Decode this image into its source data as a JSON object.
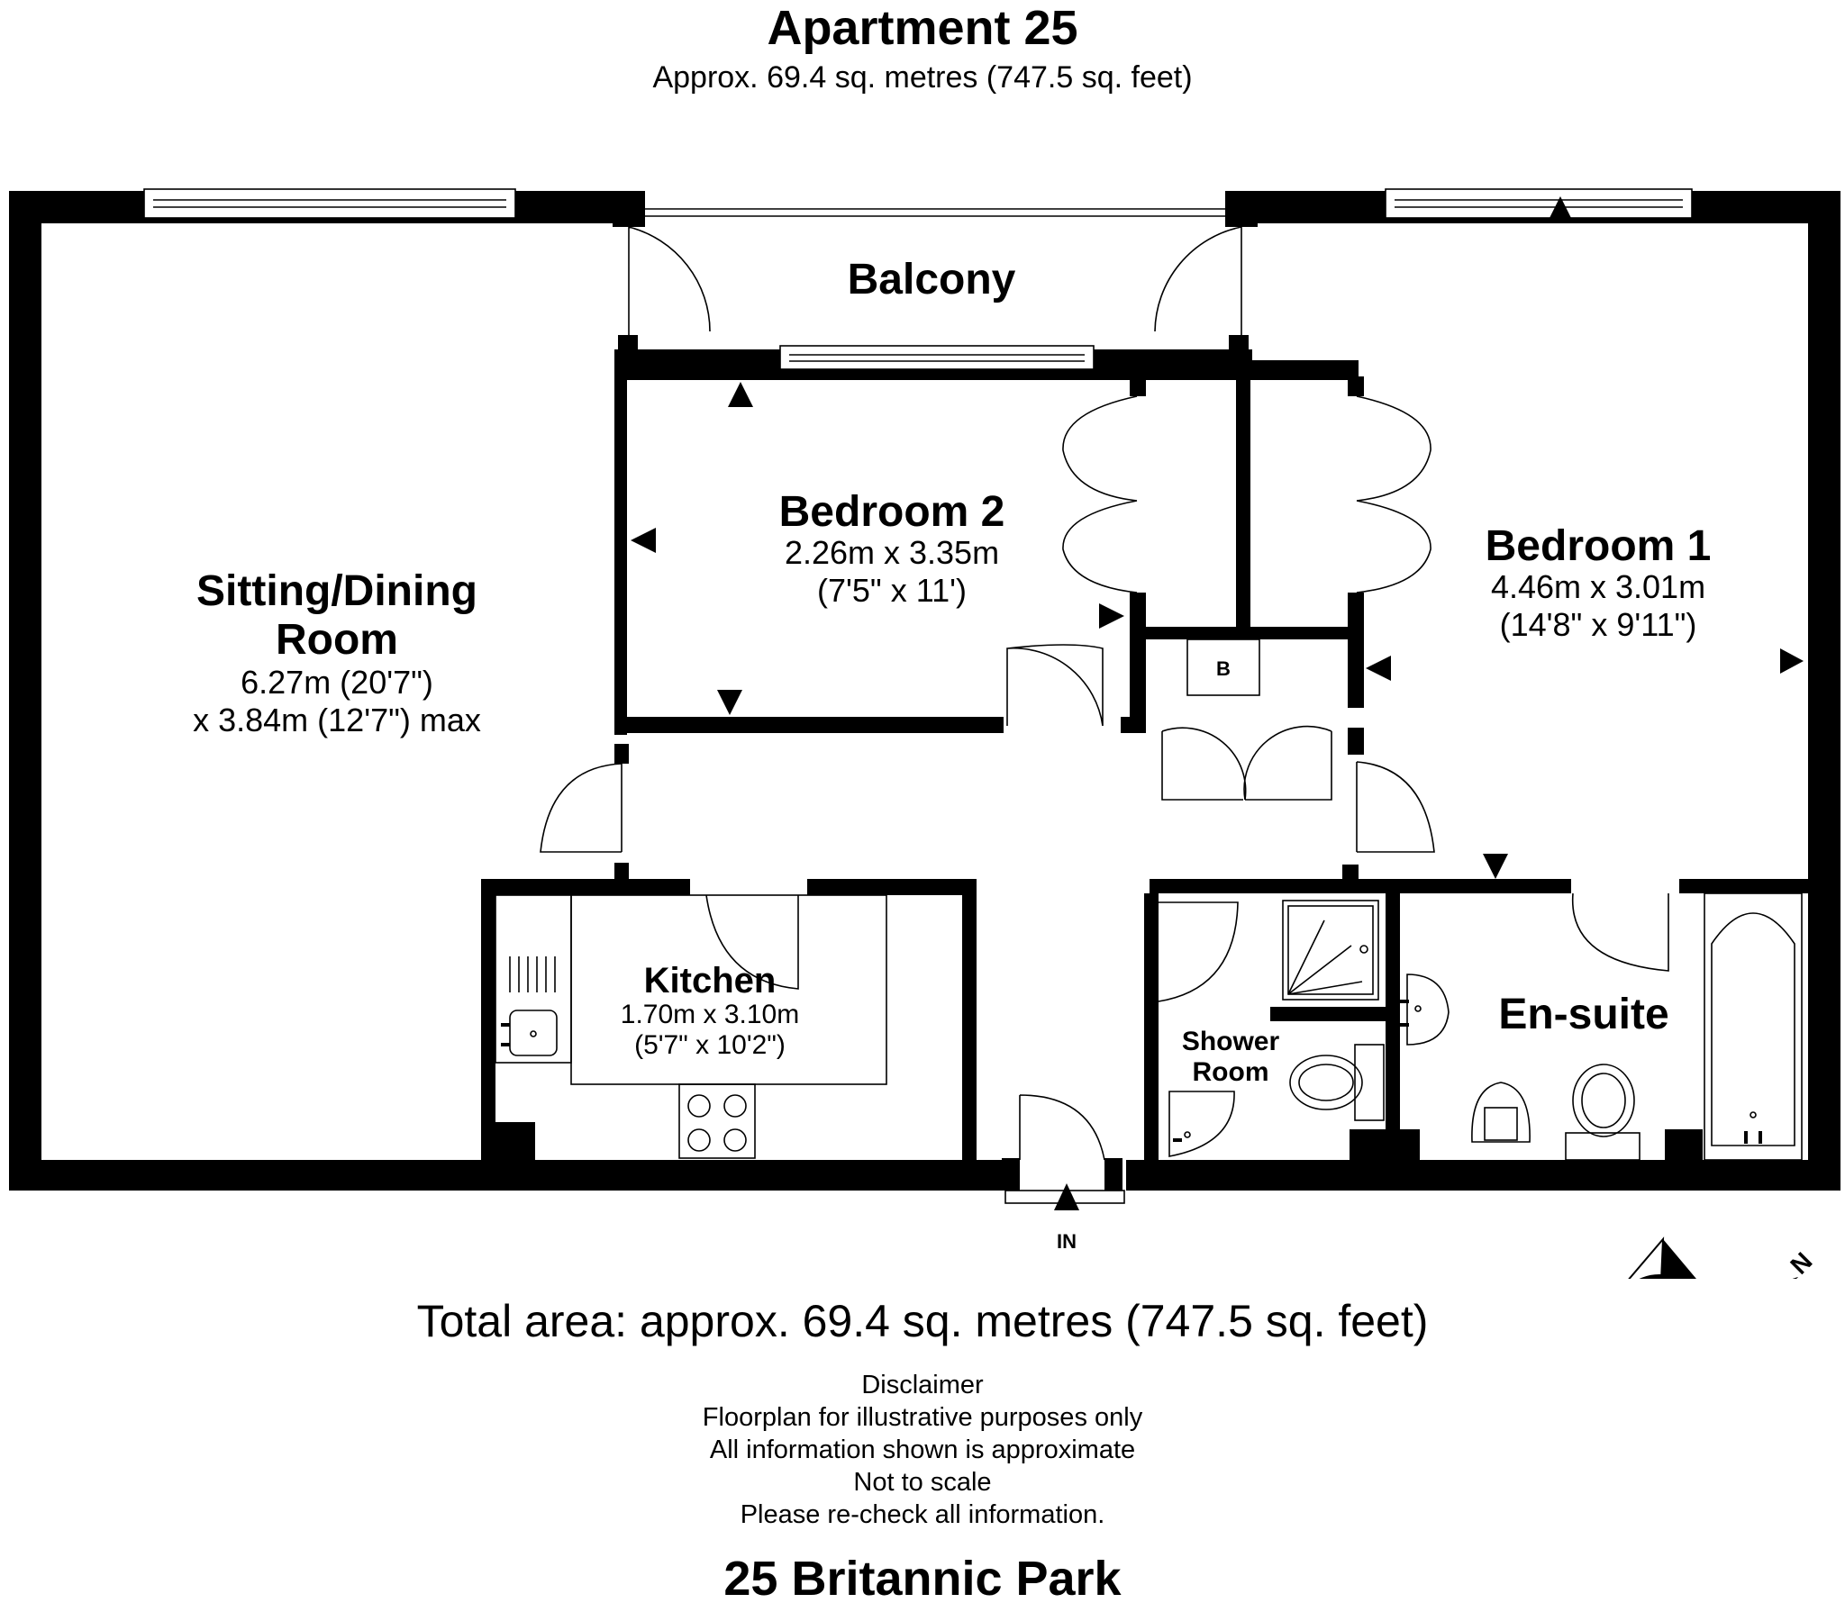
{
  "header": {
    "title": "Apartment 25",
    "subtitle": "Approx. 69.4 sq. metres (747.5 sq. feet)"
  },
  "rooms": {
    "balcony": {
      "name": "Balcony"
    },
    "sitting": {
      "name_line1": "Sitting/Dining",
      "name_line2": "Room",
      "dim_line1": "6.27m (20'7\")",
      "dim_line2": "x 3.84m (12'7\") max"
    },
    "bedroom2": {
      "name": "Bedroom 2",
      "dim_metric": "2.26m x 3.35m",
      "dim_imperial": "(7'5\" x 11')"
    },
    "bedroom1": {
      "name": "Bedroom 1",
      "dim_metric": "4.46m x 3.01m",
      "dim_imperial": "(14'8\" x 9'11\")"
    },
    "kitchen": {
      "name": "Kitchen",
      "dim_metric": "1.70m x 3.10m",
      "dim_imperial": "(5'7\" x 10'2\")"
    },
    "shower": {
      "name_line1": "Shower",
      "name_line2": "Room"
    },
    "ensuite": {
      "name": "En-suite"
    },
    "boiler": {
      "label": "B"
    }
  },
  "entrance": {
    "label": "IN"
  },
  "compass": {
    "label": "N"
  },
  "footer": {
    "total_area": "Total area: approx. 69.4 sq. metres (747.5 sq. feet)",
    "disclaimer": [
      "Disclaimer",
      "Floorplan for illustrative purposes only",
      "All information shown is approximate",
      "Not to scale",
      "Please re-check all information."
    ],
    "address": "25 Britannic Park"
  }
}
